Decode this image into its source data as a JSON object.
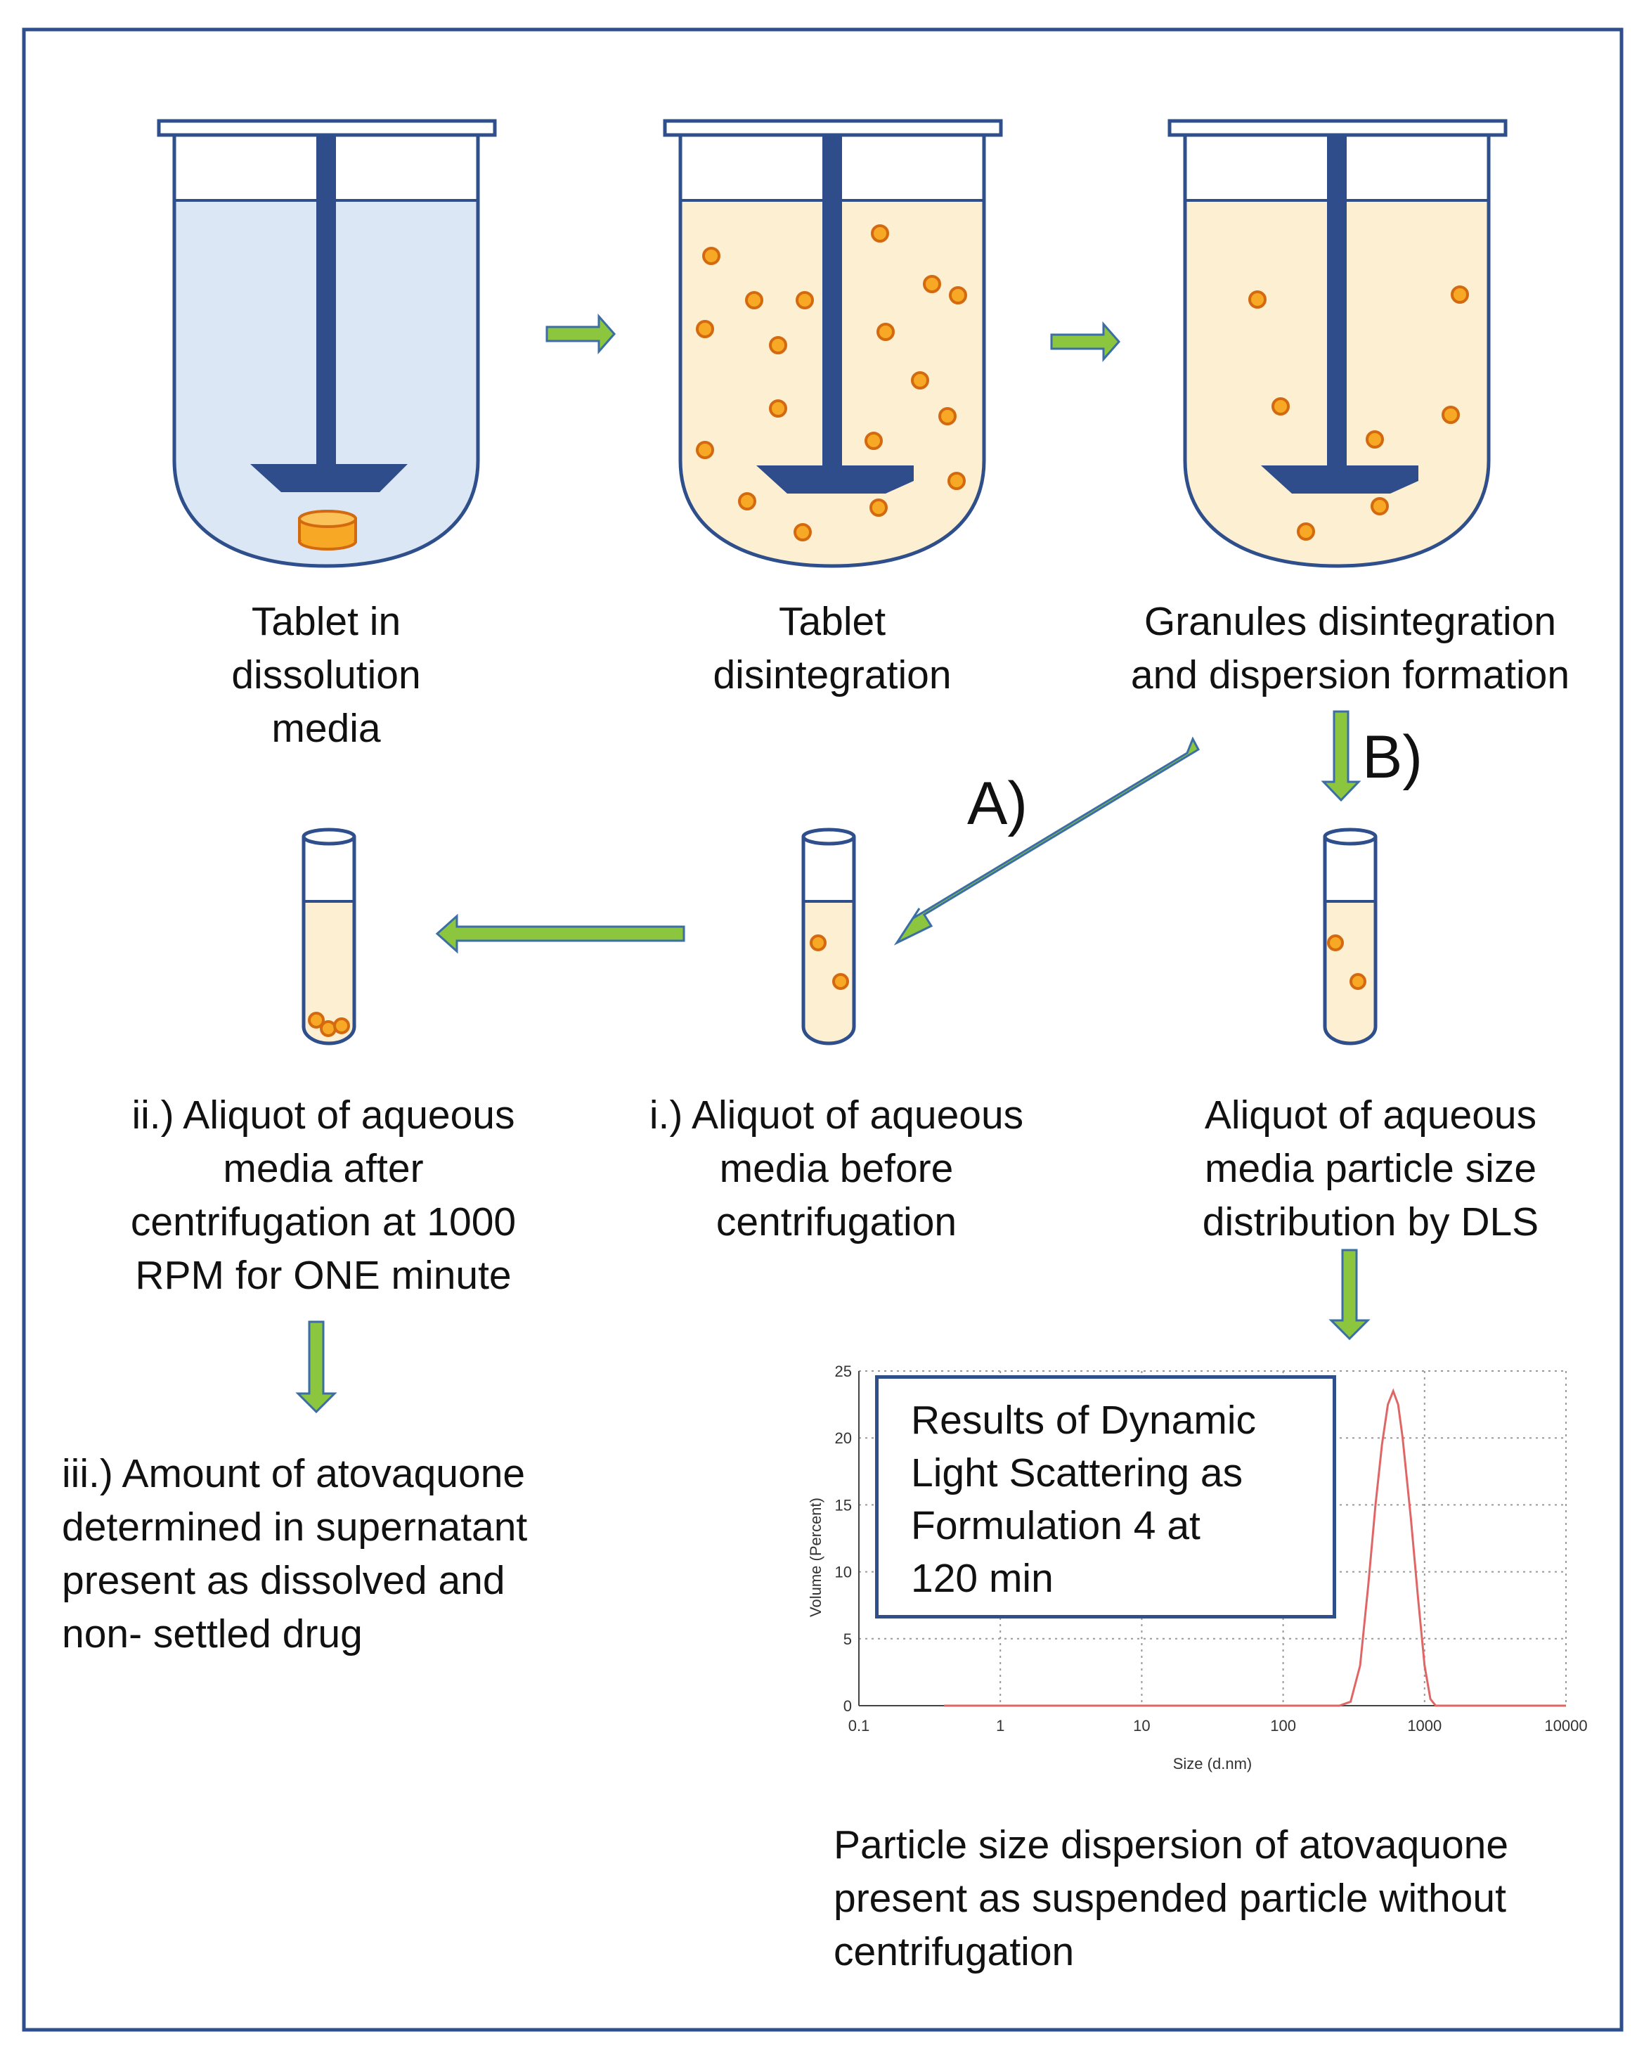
{
  "colors": {
    "frame": "#2e4f8c",
    "vessel_outline": "#2e4f8c",
    "stirrer": "#2f4d8a",
    "media_blue": "#dce7f5",
    "media_cream": "#fdefd2",
    "particle_fill": "#f7a824",
    "particle_stroke": "#d46a10",
    "arrow_green": "#8cc63f",
    "arrow_outline": "#3a6ea5",
    "chart_line": "#e06666"
  },
  "steps": {
    "vessel1_caption": "Tablet in\ndissolution\nmedia",
    "vessel2_caption": "Tablet\ndisintegration",
    "vessel3_caption": "Granules  disintegration\nand  dispersion formation"
  },
  "paths": {
    "path_a_label": "A)",
    "path_b_label": "B)"
  },
  "tubes": {
    "tube_centrifuged_caption": "ii.) Aliquot of aqueous\nmedia after\ncentrifugation at 1000\nRPM for ONE minute",
    "tube_before_caption": "i.) Aliquot of aqueous\nmedia before\ncentrifugation",
    "tube_dls_caption": "Aliquot of aqueous\nmedia particle size\ndistribution by DLS"
  },
  "result_text": "iii.) Amount of atovaquone\ndetermined in supernatant\npresent as dissolved and\nnon- settled drug",
  "dls_box_text": "Results  of Dynamic\nLight Scattering as\nFormulation  4  at\n120 min",
  "dls_caption": "Particle size dispersion of atovaquone\npresent as suspended particle without\ncentrifugation",
  "chart_data": {
    "type": "line",
    "xlabel": "Size (d.nm)",
    "ylabel": "Volume (Percent)",
    "x_scale": "log",
    "xlim": [
      0.1,
      10000
    ],
    "ylim": [
      0,
      25
    ],
    "x_ticks": [
      "0.1",
      "1",
      "10",
      "100",
      "1000",
      "10000"
    ],
    "y_ticks": [
      "0",
      "5",
      "10",
      "15",
      "20",
      "25"
    ],
    "grid": true,
    "series": [
      {
        "x": [
          0.4,
          1,
          10,
          100,
          250,
          300,
          350,
          400,
          450,
          500,
          550,
          600,
          650,
          700,
          800,
          900,
          1000,
          1100,
          1200,
          5000,
          10000
        ],
        "y": [
          0,
          0,
          0,
          0,
          0,
          0.3,
          3,
          9,
          15,
          19.5,
          22.5,
          23.5,
          22.5,
          20,
          14,
          8,
          3,
          0.5,
          0,
          0,
          0
        ]
      }
    ]
  }
}
